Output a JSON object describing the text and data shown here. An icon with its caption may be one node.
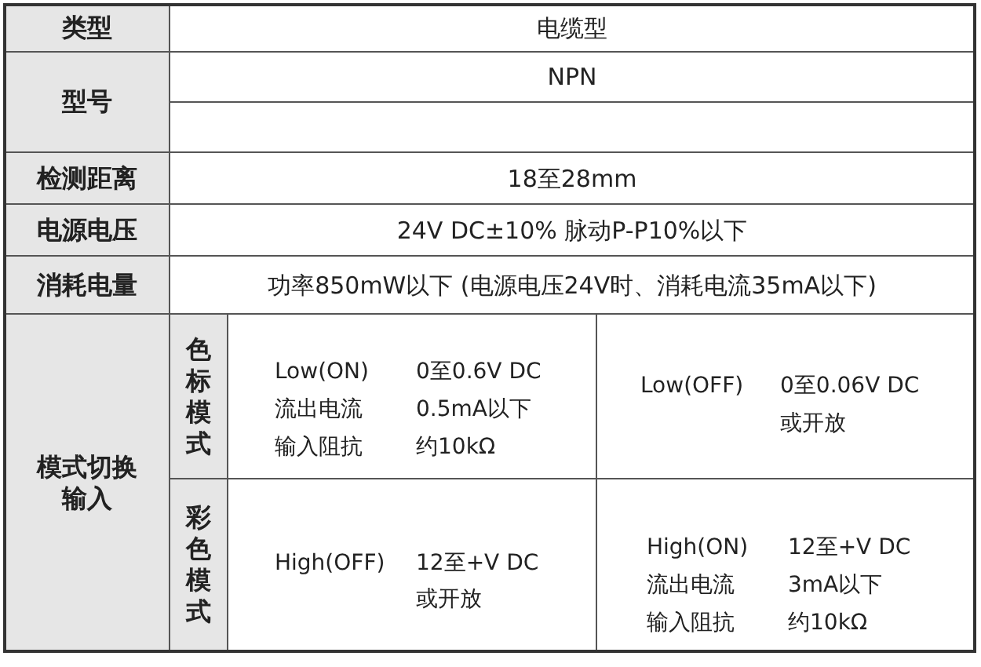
{
  "diagram": {
    "labels": [
      "类型",
      "电缆型",
      "型号",
      "NPN",
      "检测距离",
      "18至28mm",
      "电源电压",
      "24V DC±10% 脉动P-P10%以下",
      "消耗电量",
      "功率850mW以下 (电源电压24V时、消耗电流35mA以下)",
      "模式切换输入",
      "色标模式",
      "Low(ON)",
      "0至0.6V DC",
      "流出电流",
      "0.5mA以下",
      "输入阻抗",
      "约10kΩ",
      "Low(OFF)",
      "0至0.06V DC",
      "或开放",
      "彩色模式",
      "High(OFF)",
      "12至+V DC",
      "或开放",
      "High(ON)",
      "12至+V DC",
      "流出电流",
      "3mA以下",
      "输入阻抗",
      "约10kΩ"
    ]
  }
}
